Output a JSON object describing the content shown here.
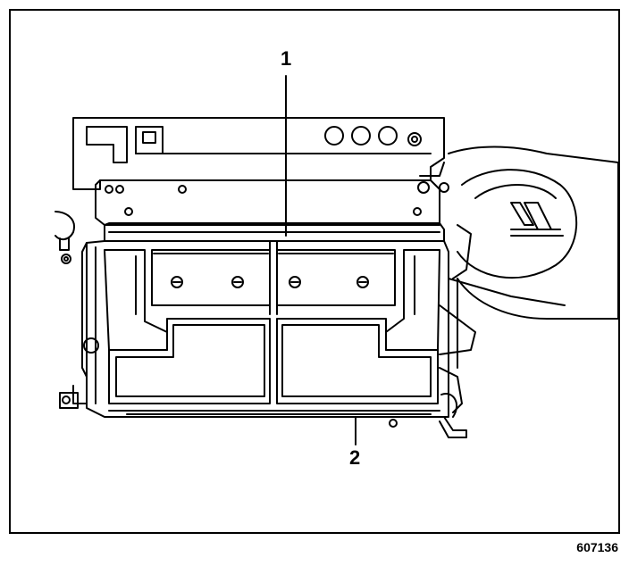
{
  "callouts": [
    {
      "label": "1",
      "part": "upper"
    },
    {
      "label": "2",
      "part": "lower"
    }
  ],
  "figure_id": "607136"
}
